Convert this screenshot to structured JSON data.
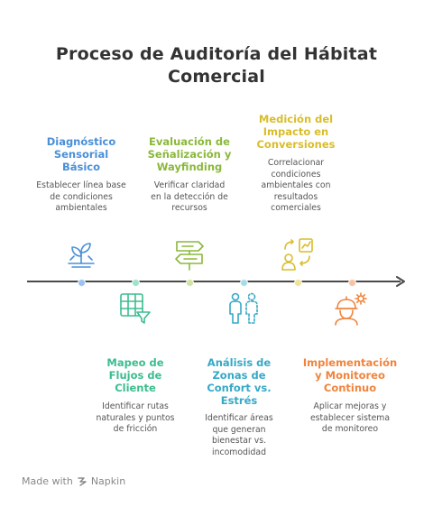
{
  "title_line1": "Proceso de Auditoría del Hábitat",
  "title_line2": "Comercial",
  "steps": [
    {
      "head_lines": [
        "Diagnóstico",
        "Sensorial",
        "Básico"
      ],
      "desc_lines": [
        "Establecer línea base",
        "de condiciones",
        "ambientales"
      ],
      "color": "#4a8fd8",
      "icon": "plant-growth-icon"
    },
    {
      "head_lines": [
        "Mapeo de",
        "Flujos de",
        "Cliente"
      ],
      "desc_lines": [
        "Identificar rutas",
        "naturales y puntos",
        "de fricción"
      ],
      "color": "#3bbd8e",
      "icon": "table-filter-icon"
    },
    {
      "head_lines": [
        "Evaluación de",
        "Señalización y",
        "Wayfinding"
      ],
      "desc_lines": [
        "Verificar claridad",
        "en la detección de",
        "recursos"
      ],
      "color": "#8ab83a",
      "icon": "signpost-icon"
    },
    {
      "head_lines": [
        "Análisis de",
        "Zonas de",
        "Confort vs.",
        "Estrés"
      ],
      "desc_lines": [
        "Identificar áreas",
        "que generan",
        "bienestar vs.",
        "incomodidad"
      ],
      "color": "#35a9c6",
      "icon": "people-comparison-icon"
    },
    {
      "head_lines": [
        "Medición del",
        "Impacto en",
        "Conversiones"
      ],
      "desc_lines": [
        "Correlacionar",
        "condiciones",
        "ambientales con",
        "resultados",
        "comerciales"
      ],
      "color": "#d9bd2a",
      "icon": "person-chart-icon"
    },
    {
      "head_lines": [
        "Implementación",
        "y Monitoreo",
        "Continuo"
      ],
      "desc_lines": [
        "Aplicar mejoras y",
        "establecer sistema",
        "de monitoreo"
      ],
      "color": "#f0843c",
      "icon": "worker-gear-icon"
    }
  ],
  "footer": {
    "made_with": "Made with",
    "brand": "Napkin"
  }
}
